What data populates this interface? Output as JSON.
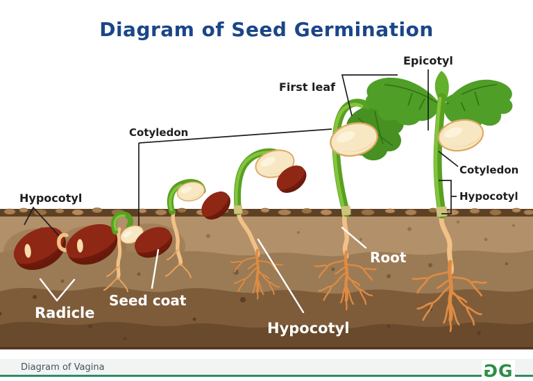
{
  "title": "Diagram of Seed Germination",
  "labels": {
    "hypocotyl_left": "Hypocotyl",
    "radicle": "Radicle",
    "seed_coat": "Seed coat",
    "cotyledon_left": "Cotyledon",
    "hypocotyl_bottom": "Hypocotyl",
    "first_leaf": "First leaf",
    "epicotyl": "Epicotyl",
    "root": "Root",
    "cotyledon_right": "Cotyledon",
    "hypocotyl_right": "Hypocotyl"
  },
  "footer": {
    "caption": "Diagram of Vagina",
    "logo_g": "G"
  },
  "colors": {
    "title": "#1b4688",
    "label_dark": "#1e1e1e",
    "label_light": "#ffffff",
    "footer_caption": "#41545b",
    "footer_rule": "#2f8d63",
    "logo_green": "#2f8d46",
    "soil_light": "#b2906a",
    "soil_mid": "#9b7b55",
    "soil_dark": "#7e5c3a",
    "soil_darkest": "#6a4a2c",
    "seed_maroon": "#8f2715",
    "stem_green": "#58a021",
    "cotyledon_cream": "#f5e3bd",
    "root_orange": "#e08b42"
  }
}
